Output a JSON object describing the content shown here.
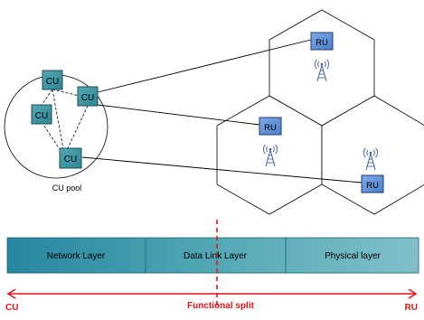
{
  "pool": {
    "label": "CU pool",
    "nodes": [
      "CU",
      "CU",
      "CU",
      "CU"
    ]
  },
  "cells": {
    "ru_labels": [
      "RU",
      "RU",
      "RU"
    ]
  },
  "layers": [
    "Network Layer",
    "Data Link Layer",
    "Physical layer"
  ],
  "split": {
    "left_end": "CU",
    "right_end": "RU",
    "caption": "Functional split"
  },
  "colors": {
    "node_fill": "#3d96a3",
    "node_stroke": "#214b5e",
    "ru_fill": "#5b8fd6",
    "layer_fill": "#2a8fa6",
    "split_red": "#e8141a",
    "antenna": "#3b5fa0"
  }
}
